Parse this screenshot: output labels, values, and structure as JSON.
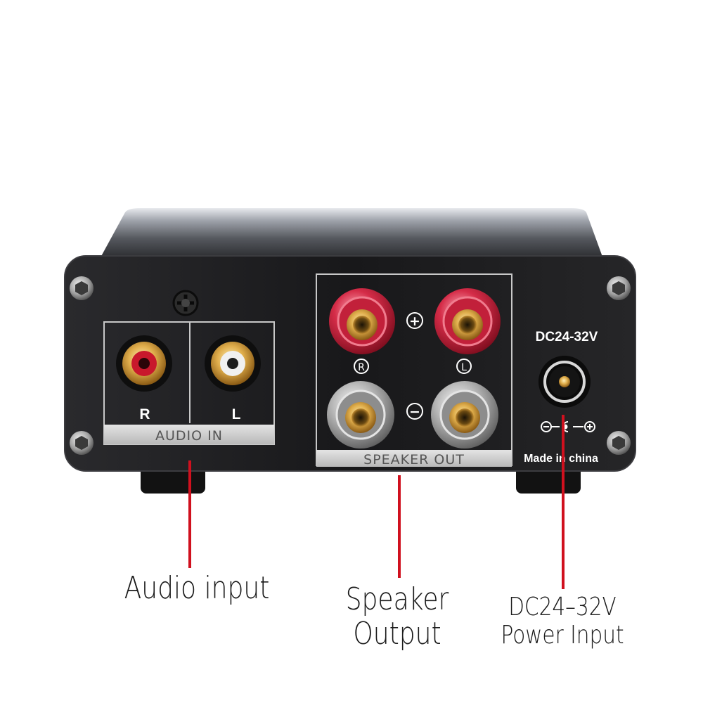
{
  "panel": {
    "audio_in_label": "AUDIO IN",
    "rca_right_label": "R",
    "rca_left_label": "L",
    "speaker_out_label": "SPEAKER OUT",
    "plus_symbol": "+",
    "minus_symbol": "−",
    "channel_r_symbol": "R",
    "channel_l_symbol": "L",
    "power_rating": "DC24-32V",
    "origin_text": "Made in china"
  },
  "callouts": {
    "audio": {
      "line1": "Audio input"
    },
    "speaker": {
      "line1": "Speaker",
      "line2": "Output"
    },
    "power": {
      "line1": "DC24–32V",
      "line2": "Power Input"
    }
  },
  "colors": {
    "callout_line": "#d0101e",
    "chassis": "#1c1c1e",
    "terminal_red": "#c8203a",
    "terminal_clear": "#b9b9b9",
    "gold": "#d9a441"
  }
}
